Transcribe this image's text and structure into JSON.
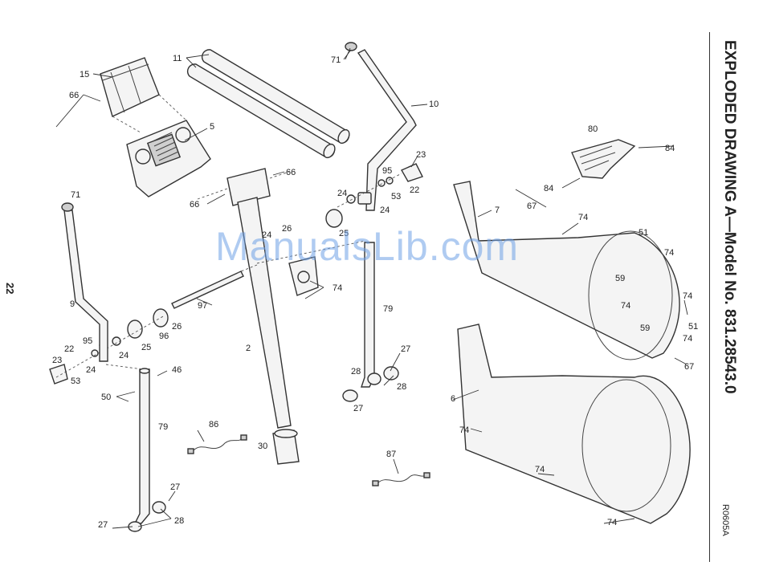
{
  "page": {
    "title": "EXPLODED DRAWING A—Model No. 831.28543.0",
    "page_number": "22",
    "ref_code": "R0605A",
    "watermark": "ManualsLib.com"
  },
  "colors": {
    "watermark": "#6ea0e6",
    "line": "#333333"
  },
  "callouts": {
    "c11": "11",
    "c71a": "71",
    "c15": "15",
    "c66a": "66",
    "c5": "5",
    "c10": "10",
    "c66b": "66",
    "c66c": "66",
    "c71b": "71",
    "c23a": "23",
    "c95a": "95",
    "c24a": "24",
    "c53a": "53",
    "c22a": "22",
    "c24b": "24",
    "c25a": "25",
    "c24c": "24",
    "c26a": "26",
    "c80": "80",
    "c84a": "84",
    "c84b": "84",
    "c7": "7",
    "c67a": "67",
    "c74a": "74",
    "c51a": "51",
    "c74b": "74",
    "c59a": "59",
    "c74c": "74",
    "c74d": "74",
    "c59b": "59",
    "c51b": "51",
    "c74e": "74",
    "c67b": "67",
    "c9": "9",
    "c97": "97",
    "c26b": "26",
    "c96": "96",
    "c25b": "25",
    "c24d": "24",
    "c22b": "22",
    "c95b": "95",
    "c24e": "24",
    "c23b": "23",
    "c53b": "53",
    "c46": "46",
    "c50": "50",
    "c2": "2",
    "c74f": "74",
    "c79a": "79",
    "c27a": "27",
    "c28a": "28",
    "c28b": "28",
    "c27b": "27",
    "c6": "6",
    "c74g": "74",
    "c79b": "79",
    "c86": "86",
    "c30": "30",
    "c87": "87",
    "c74h": "74",
    "c27c": "27",
    "c28c": "28",
    "c27d": "27",
    "c74i": "74"
  }
}
